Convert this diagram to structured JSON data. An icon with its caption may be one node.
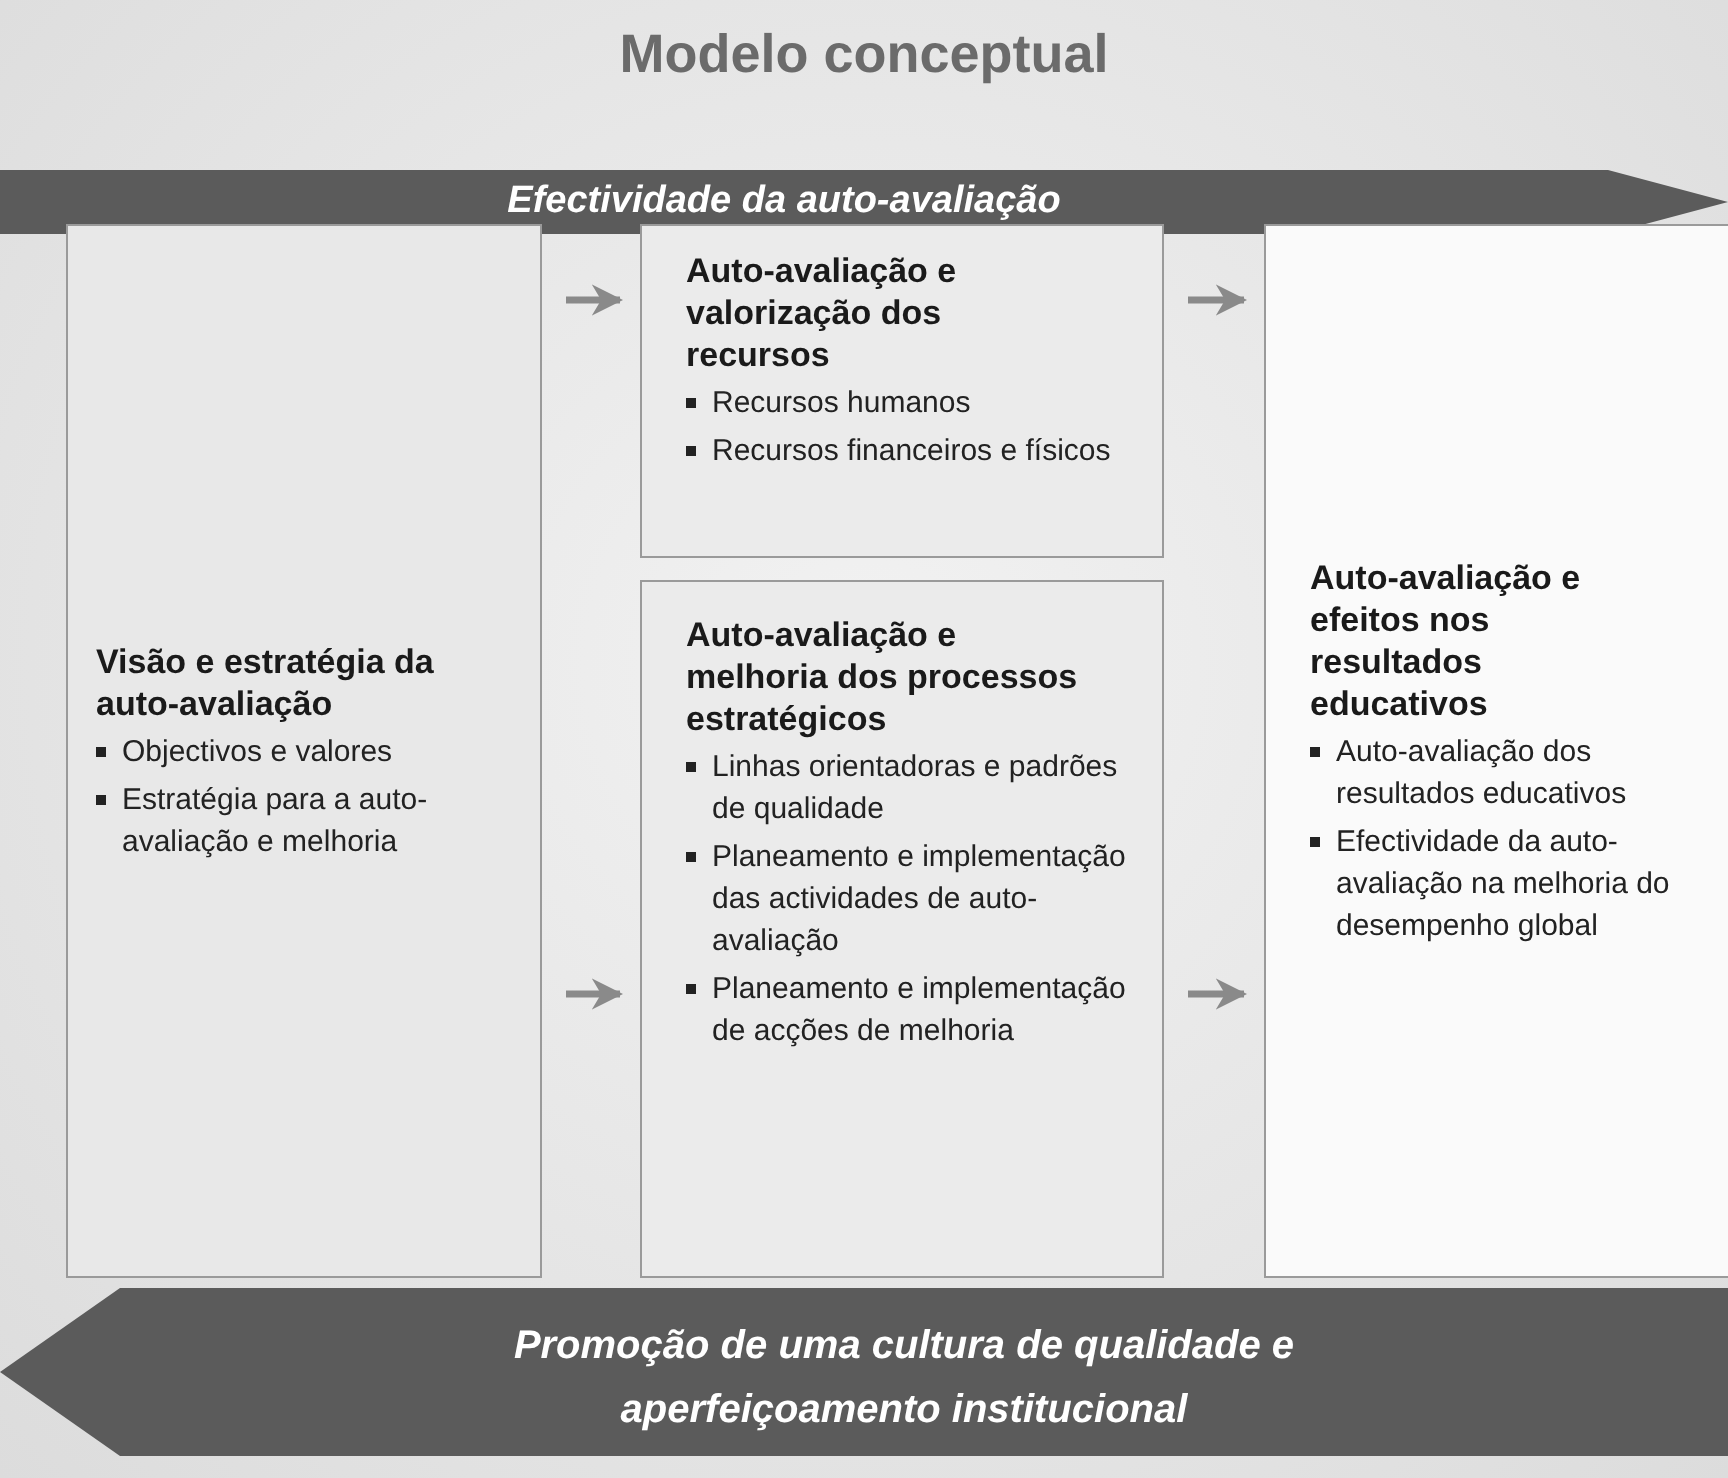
{
  "diagram": {
    "title": "Modelo conceptual",
    "nodes": [
      {
        "text": [
          "Efectividade da auto-avaliação"
        ]
      },
      {
        "text": [
          "Visão e estratégia da auto-avaliação",
          "Objectivos e valores",
          "Estratégia para a auto-avaliação e melhoria"
        ]
      },
      {
        "text": [
          "Auto-avaliação e valorização dos recursos",
          "Recursos humanos",
          "Recursos financeiros e físicos"
        ]
      },
      {
        "text": [
          "Auto-avaliação e melhoria dos processos estratégicos",
          "Linhas orientadoras e padrões de qualidade",
          "Planeamento e implementação das actividades de auto-avaliação",
          "Planeamento e implementação de acções de melhoria"
        ]
      },
      {
        "text": [
          "Auto-avaliação e efeitos nos resultados educativos",
          "Auto-avaliação dos resultados educativos",
          "Efectividade da auto-avaliação na melhoria do desempenho global"
        ]
      },
      {
        "text": [
          "Promoção de uma cultura de qualidade e aperfeiçoamento institucional"
        ]
      }
    ],
    "edges": [
      {
        "from": 1,
        "to": 2,
        "arrow": "to"
      },
      {
        "from": 1,
        "to": 3,
        "arrow": "to"
      },
      {
        "from": 2,
        "to": 4,
        "arrow": "to"
      },
      {
        "from": 3,
        "to": 4,
        "arrow": "to"
      }
    ]
  }
}
